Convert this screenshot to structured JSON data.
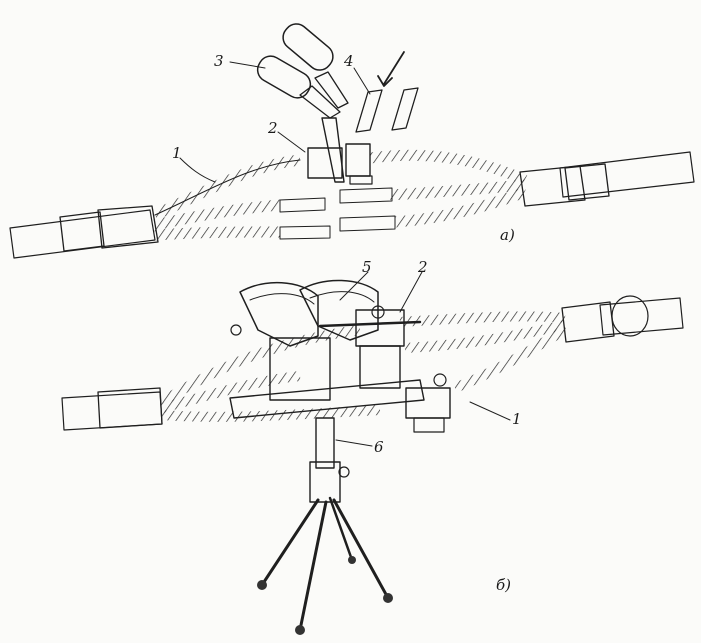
{
  "figure": {
    "panels": [
      {
        "id": "a",
        "caption": "а)",
        "callouts": [
          {
            "key": "cable_branch",
            "text": "1"
          },
          {
            "key": "clamp",
            "text": "2"
          },
          {
            "key": "pliers",
            "text": "3"
          },
          {
            "key": "wedges",
            "text": "4"
          }
        ]
      },
      {
        "id": "b",
        "caption": "б)",
        "callouts": [
          {
            "key": "clamp",
            "text": "2"
          },
          {
            "key": "holder",
            "text": "5"
          },
          {
            "key": "stand",
            "text": "6"
          },
          {
            "key": "cable_branch",
            "text": "1"
          }
        ]
      }
    ],
    "colors": {
      "ink": "#1f1f1f",
      "paper": "#fbfbf9"
    }
  }
}
